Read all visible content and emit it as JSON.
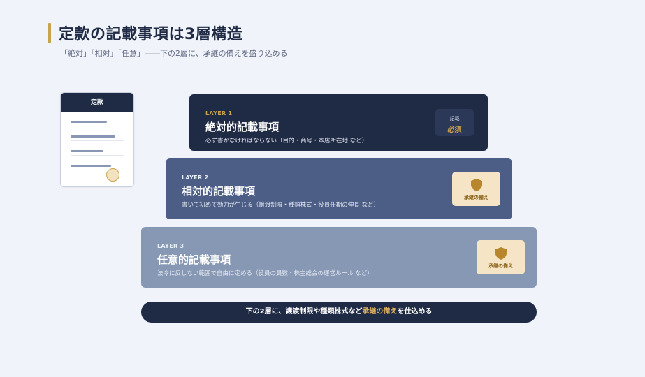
{
  "header": {
    "title": "定款の記載事項は3層構造",
    "subtitle": "「絶対」「相対」「任意」――下の2層に、承継の備えを盛り込める"
  },
  "document": {
    "label": "定款"
  },
  "layers": [
    {
      "tag": "LAYER 1",
      "name": "絶対的記載事項",
      "desc": "必ず書かなければならない（目的・商号・本店所在地 など）",
      "badge_top": "記載",
      "badge_bottom": "必須",
      "color": "#1f2a45"
    },
    {
      "tag": "LAYER 2",
      "name": "相対的記載事項",
      "desc": "書いて初めて効力が生じる（譲渡制限・種類株式・役員任期の伸長 など）",
      "badge_label": "承継の備え",
      "badge_icon": "shield-icon",
      "color": "#4c5e86"
    },
    {
      "tag": "LAYER 3",
      "name": "任意的記載事項",
      "desc": "法令に反しない範囲で自由に定める（役員の員数・株主総会の運営ルール など）",
      "badge_label": "承継の備え",
      "badge_icon": "shield-icon",
      "color": "#8798b4"
    }
  ],
  "footer": {
    "prefix": "下の2層に、譲渡制限や種類株式など",
    "highlight": "承継の備え",
    "suffix": "を仕込める"
  },
  "accent_color": "#c9a24e"
}
